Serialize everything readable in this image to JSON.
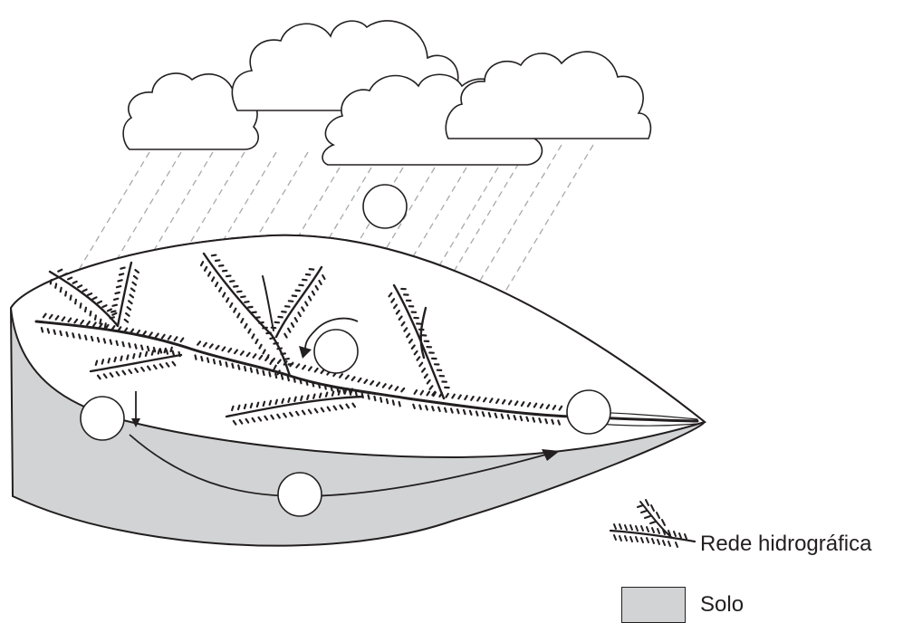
{
  "legend": {
    "river_network_label": "Rede hidrográfica",
    "soil_label": "Solo"
  },
  "colors": {
    "line": "#231f20",
    "soil_fill": "#d1d3d4",
    "rain": "#a7a9ac",
    "background": "#ffffff"
  },
  "markers": {
    "count": 5,
    "description_text_visible": false
  }
}
